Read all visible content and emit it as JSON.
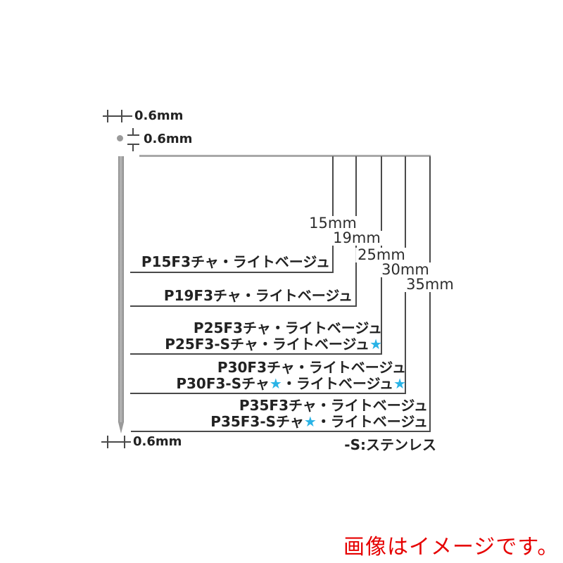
{
  "diagram": {
    "dim_top_width_label": "0.6mm",
    "dim_top_diameter_label": "0.6mm",
    "dim_bottom_label": "0.6mm",
    "sizes": [
      "15mm",
      "19mm",
      "25mm",
      "30mm",
      "35mm"
    ],
    "products": {
      "p15": [
        "P15F3チャ・ライトベージュ"
      ],
      "p19": [
        "P19F3チャ・ライトベージュ"
      ],
      "p25": [
        "P25F3チャ・ライトベージュ",
        "P25F3-Sチャ・ライトベージュ★"
      ],
      "p30": [
        "P30F3チャ・ライトベージュ",
        "P30F3-Sチャ★・ライトベージュ★"
      ],
      "p35": [
        "P35F3チャ・ライトベージュ",
        "P35F3-Sチャ★・ライトベージュ"
      ]
    },
    "footnote": "-S:ステンレス",
    "colors": {
      "star": "#29b3e6",
      "bracket_line": "#4a4a4a",
      "pin_gray": "#9a9a9a",
      "disclaimer_red": "#e60000"
    }
  },
  "disclaimer": "画像はイメージです。"
}
